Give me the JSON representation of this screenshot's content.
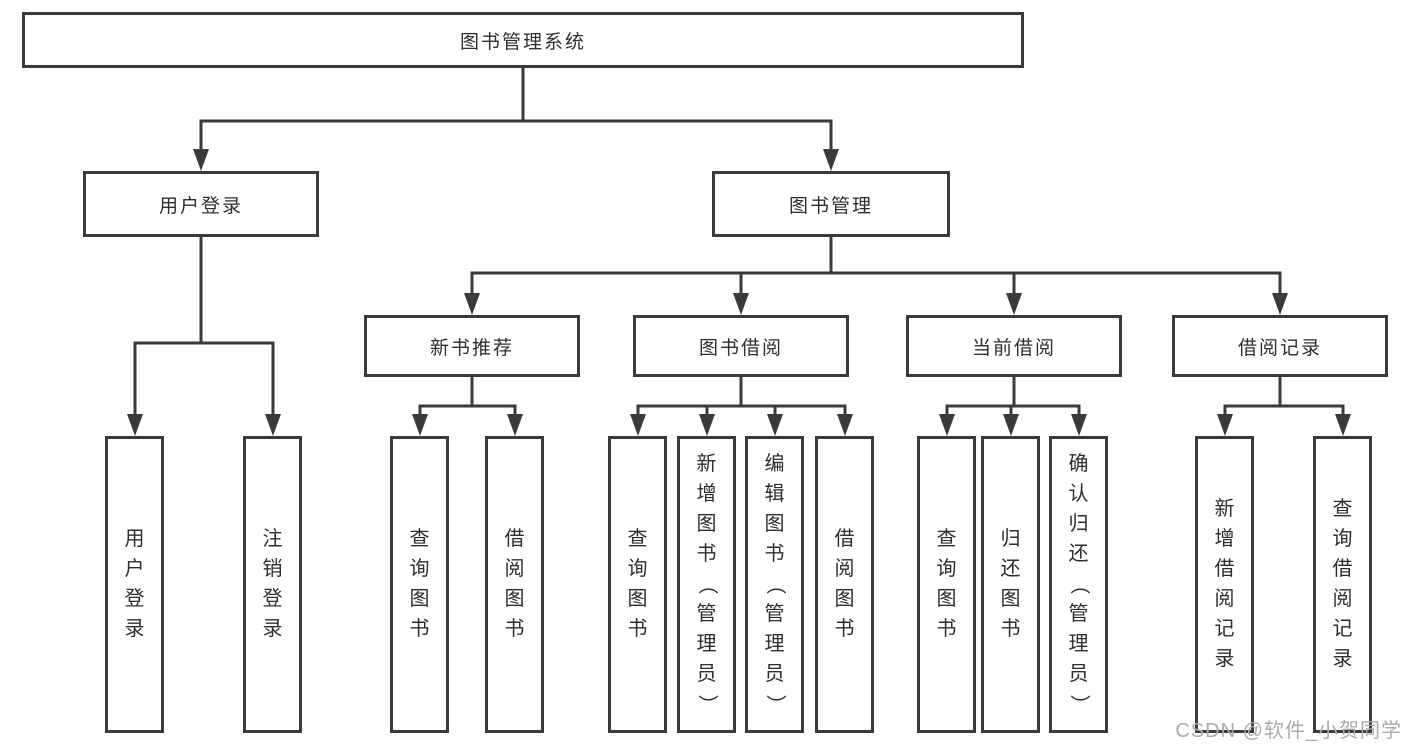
{
  "root": {
    "label": "图书管理系统"
  },
  "branches": [
    {
      "label": "用户登录",
      "children": [
        {
          "label": "用户登录"
        },
        {
          "label": "注销登录"
        }
      ]
    },
    {
      "label": "图书管理",
      "sections": [
        {
          "label": "新书推荐",
          "children": [
            {
              "label": "查询图书"
            },
            {
              "label": "借阅图书"
            }
          ]
        },
        {
          "label": "图书借阅",
          "children": [
            {
              "label": "查询图书"
            },
            {
              "label": "新增图书（管理员）"
            },
            {
              "label": "编辑图书（管理员）"
            },
            {
              "label": "借阅图书"
            }
          ]
        },
        {
          "label": "当前借阅",
          "children": [
            {
              "label": "查询图书"
            },
            {
              "label": "归还图书"
            },
            {
              "label": "确认归还（管理员）"
            }
          ]
        },
        {
          "label": "借阅记录",
          "children": [
            {
              "label": "新增借阅记录"
            },
            {
              "label": "查询借阅记录"
            }
          ]
        }
      ]
    }
  ],
  "watermark": {
    "text": "CSDN @软件_小贺同学"
  },
  "colors": {
    "line": "#3a3a3a",
    "text": "#2e2e2e",
    "watermark": "#a9abaf",
    "background": "#ffffff"
  }
}
